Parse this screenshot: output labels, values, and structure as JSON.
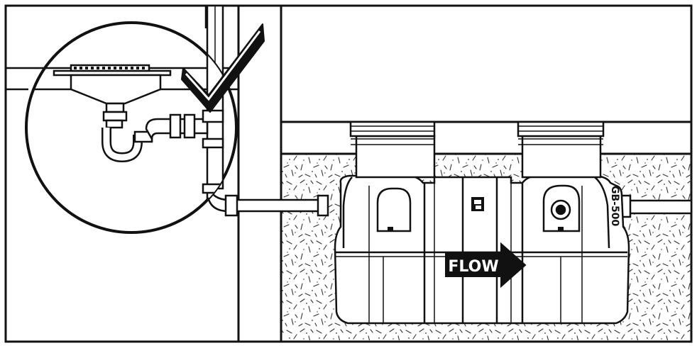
{
  "diagram": {
    "flow_label": "FLOW",
    "tank_model_label": "GB-500",
    "colors": {
      "ink": "#111111",
      "paper": "#ffffff",
      "soil_speck": "#333333"
    },
    "icons": [
      "checkmark-icon",
      "flow-arrow-icon",
      "brand-logo"
    ]
  }
}
